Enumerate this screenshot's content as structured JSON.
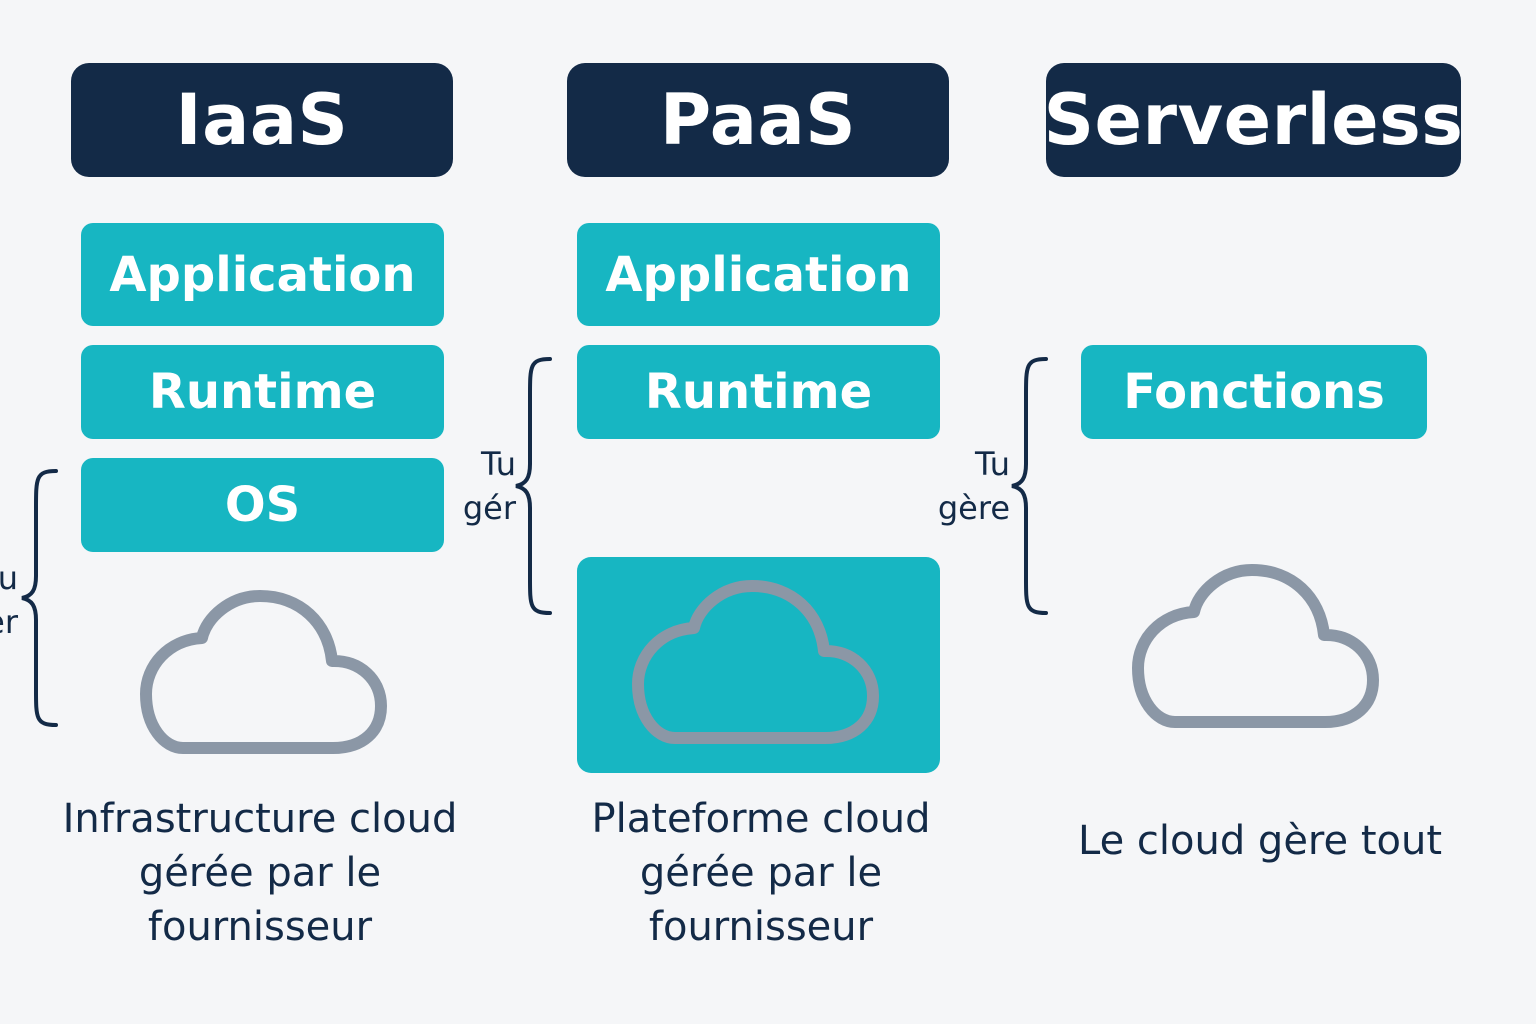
{
  "colors": {
    "header_bg": "#132a47",
    "layer_bg": "#17b6c2",
    "cloud_stroke": "#8b97a6",
    "text": "#132a47",
    "background": "#f5f6f8"
  },
  "columns": {
    "iaas": {
      "title": "IaaS",
      "layers": [
        "Application",
        "Runtime",
        "OS"
      ],
      "manage_label": [
        "u",
        "er"
      ],
      "caption": [
        "Infrastructure cloud",
        "gérée par le",
        "fournisseur"
      ],
      "icon": "cloud-icon"
    },
    "paas": {
      "title": "PaaS",
      "layers": [
        "Application",
        "Runtime"
      ],
      "manage_label": [
        "Tu",
        "gér"
      ],
      "caption": [
        "Plateforme cloud",
        "gérée par le",
        "fournisseur"
      ],
      "icon": "cloud-icon"
    },
    "serverless": {
      "title": "Serverless",
      "layers": [
        "Fonctions"
      ],
      "manage_label": [
        "Tu",
        "gère"
      ],
      "caption": [
        "Le cloud gère tout"
      ],
      "icon": "cloud-icon"
    }
  }
}
